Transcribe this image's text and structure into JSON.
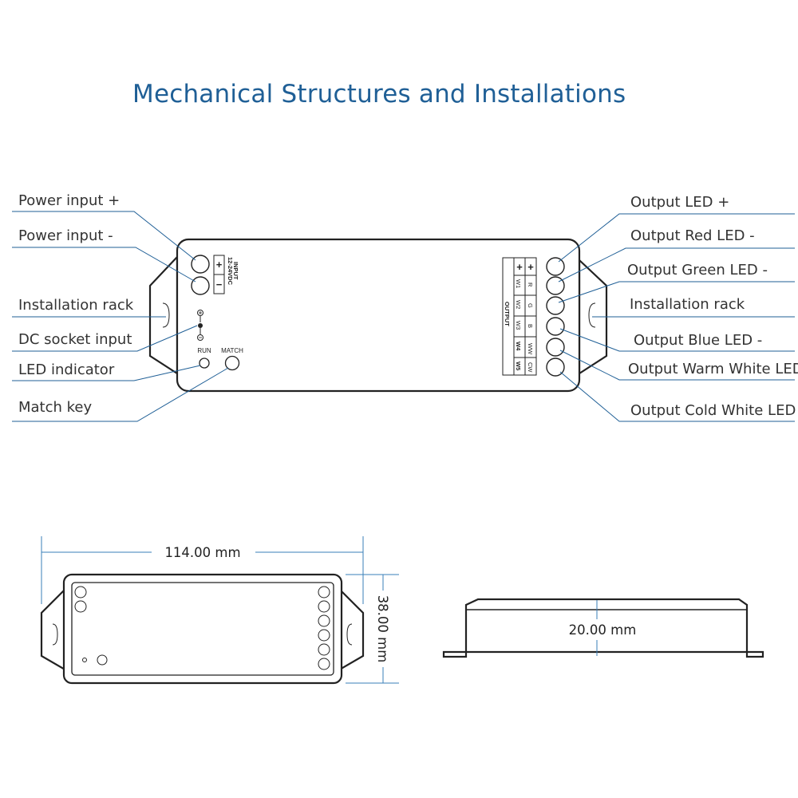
{
  "title": "Mechanical Structures and Installations",
  "colors": {
    "accent": "#1f5f96",
    "outline": "#222222",
    "dimension": "#3a7fb8"
  },
  "labels_left": [
    "Power input +",
    "Power input -",
    "Installation rack",
    "DC socket input",
    "LED indicator",
    "Match key"
  ],
  "labels_right": [
    "Output LED +",
    "Output Red LED -",
    "Output Green LED -",
    "Installation rack",
    "Output Blue LED -",
    "Output Warm White LED -",
    "Output Cold White LED -"
  ],
  "device": {
    "input_label": "INPUT",
    "input_voltage": "12-24VDC",
    "plus_sign": "+",
    "minus_sign": "−",
    "run_label": "RUN",
    "match_label": "MATCH",
    "output_label": "OUTPUT",
    "output_plus": "+",
    "w_header": [
      "W1",
      "W2",
      "W3",
      "W4",
      "W5"
    ],
    "color_header": [
      "R",
      "G",
      "B",
      "WW",
      "CW"
    ]
  },
  "dimensions": {
    "length": "114.00 mm",
    "width": "38.00 mm",
    "height": "20.00 mm"
  }
}
